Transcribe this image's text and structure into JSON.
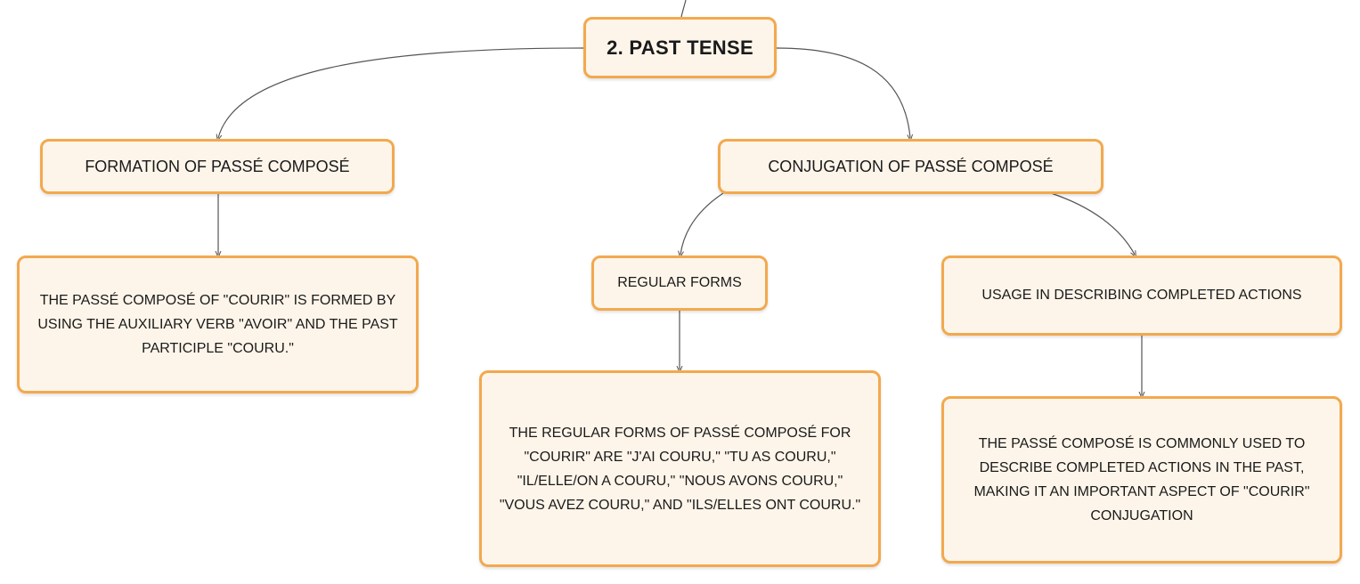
{
  "diagram": {
    "root": {
      "label": "2. PAST TENSE"
    },
    "formation": {
      "label": "FORMATION OF PASSÉ COMPOSÉ",
      "detail": "THE PASSÉ COMPOSÉ OF \"COURIR\" IS FORMED BY USING THE AUXILIARY VERB \"AVOIR\" AND THE PAST PARTICIPLE \"COURU.\""
    },
    "conjugation": {
      "label": "CONJUGATION OF PASSÉ COMPOSÉ",
      "regular": {
        "label": "REGULAR FORMS",
        "detail": "THE REGULAR FORMS OF PASSÉ COMPOSÉ FOR \"COURIR\" ARE \"J'AI COURU,\" \"TU AS COURU,\" \"IL/ELLE/ON A COURU,\" \"NOUS AVONS COURU,\" \"VOUS AVEZ COURU,\" AND \"ILS/ELLES ONT COURU.\""
      },
      "usage": {
        "label": "USAGE IN DESCRIBING COMPLETED ACTIONS",
        "detail": "THE PASSÉ COMPOSÉ IS COMMONLY USED TO DESCRIBE COMPLETED ACTIONS IN THE PAST, MAKING IT AN IMPORTANT ASPECT OF \"COURIR\" CONJUGATION"
      }
    }
  },
  "colors": {
    "node_fill": "#fef5ea",
    "node_border": "#f2a94e",
    "connector": "#555555"
  }
}
